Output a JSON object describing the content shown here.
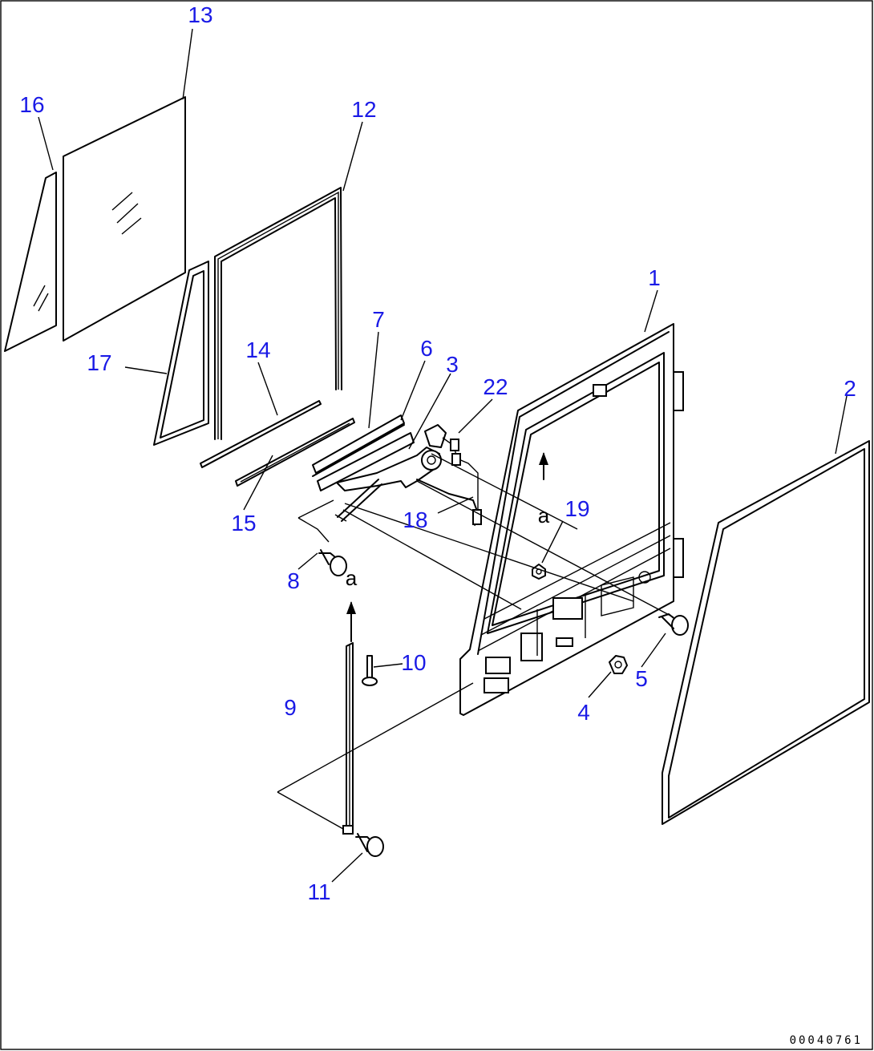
{
  "callouts": {
    "n1": "1",
    "n2": "2",
    "n3": "3",
    "n4": "4",
    "n5": "5",
    "n6": "6",
    "n7": "7",
    "n8": "8",
    "n9": "9",
    "n10": "10",
    "n11": "11",
    "n12": "12",
    "n13": "13",
    "n14": "14",
    "n15": "15",
    "n16": "16",
    "n17": "17",
    "n18": "18",
    "n19": "19",
    "n22": "22"
  },
  "marks": {
    "a_left": "a",
    "a_right": "a"
  },
  "drawing_code": "00040761",
  "colors": {
    "callout": "#1a1ae6",
    "line": "#000000",
    "background": "#ffffff"
  }
}
